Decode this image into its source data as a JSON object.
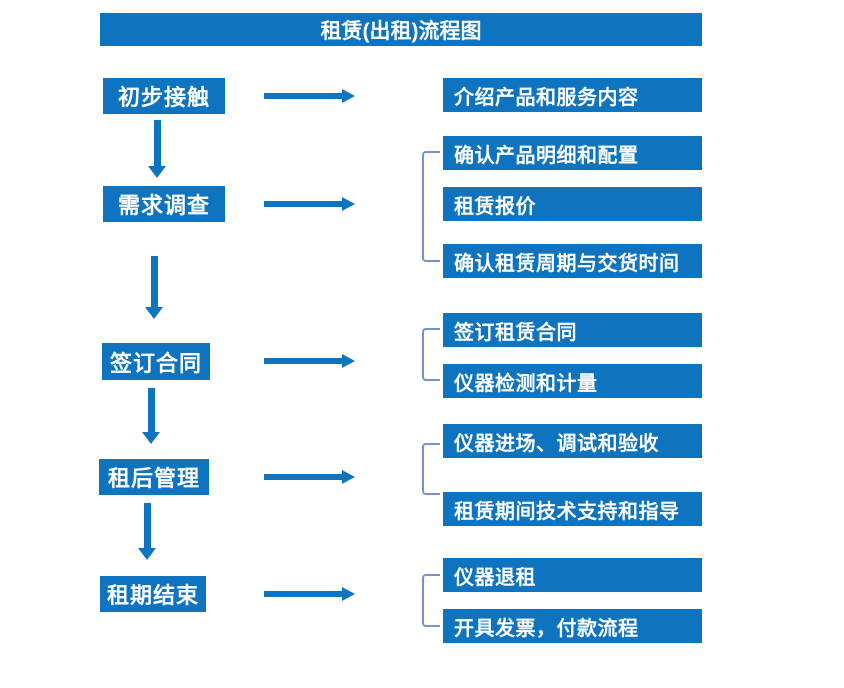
{
  "title": "租赁(出租)流程图",
  "colors": {
    "primary_blue": "#0E74BF",
    "bracket_blue": "#7493CE",
    "text_white": "#FFFFFF",
    "background": "#FFFFFF"
  },
  "flow": {
    "stages": [
      {
        "label": "初步接触",
        "outputs": [
          "介绍产品和服务内容"
        ]
      },
      {
        "label": "需求调查",
        "outputs": [
          "确认产品明细和配置",
          "租赁报价",
          "确认租赁周期与交货时间"
        ]
      },
      {
        "label": "签订合同",
        "outputs": [
          "签订租赁合同",
          "仪器检测和计量"
        ]
      },
      {
        "label": "租后管理",
        "outputs": [
          "仪器进场、调试和验收",
          "租赁期间技术支持和指导"
        ]
      },
      {
        "label": "租期结束",
        "outputs": [
          "仪器退租",
          "开具发票，付款流程"
        ]
      }
    ]
  }
}
